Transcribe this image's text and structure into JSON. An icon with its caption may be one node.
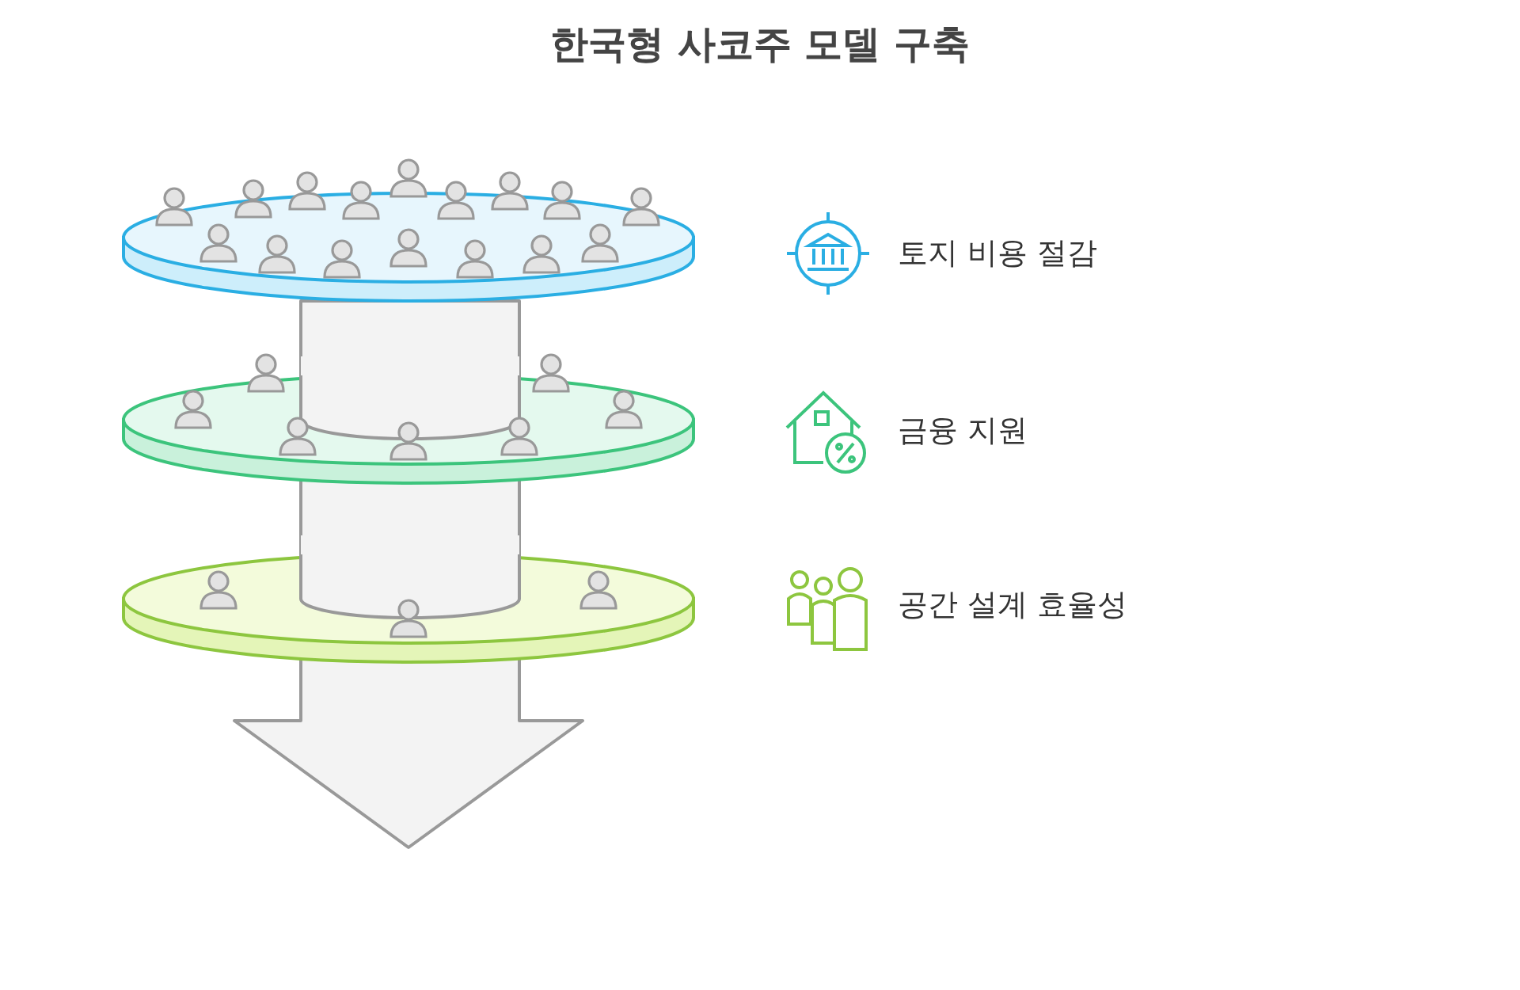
{
  "diagram": {
    "title": "한국형 사코주 모델 구축",
    "labels": [
      "토지 비용 절감",
      "금융 지원",
      "공간 설계 효율성"
    ]
  }
}
